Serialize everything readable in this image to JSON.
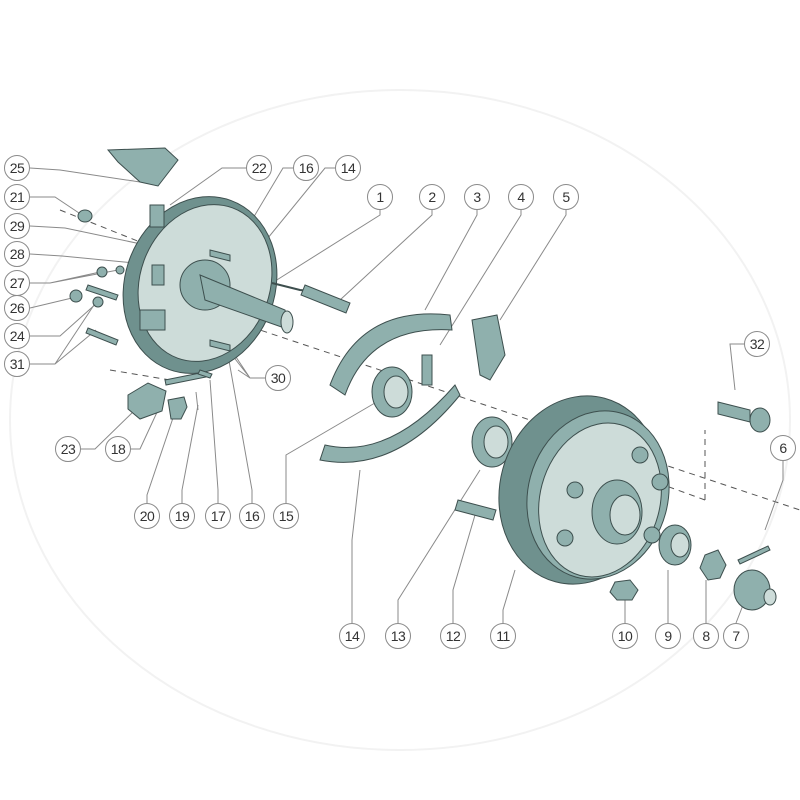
{
  "diagram": {
    "title": "Brake drum and hub assembly exploded view",
    "colors": {
      "part": "#8fb0ad",
      "part_light": "#cddcd9",
      "part_dark": "#6f918e",
      "outline": "#3d4f4e",
      "callout_border": "#8a8a8a"
    },
    "callouts": [
      "25",
      "21",
      "29",
      "28",
      "27",
      "26",
      "24",
      "31",
      "22",
      "16",
      "14",
      "1",
      "2",
      "3",
      "4",
      "5",
      "32",
      "6",
      "30",
      "23",
      "18",
      "20",
      "19",
      "17",
      "16",
      "15",
      "14",
      "13",
      "12",
      "11",
      "10",
      "9",
      "8",
      "7"
    ]
  }
}
